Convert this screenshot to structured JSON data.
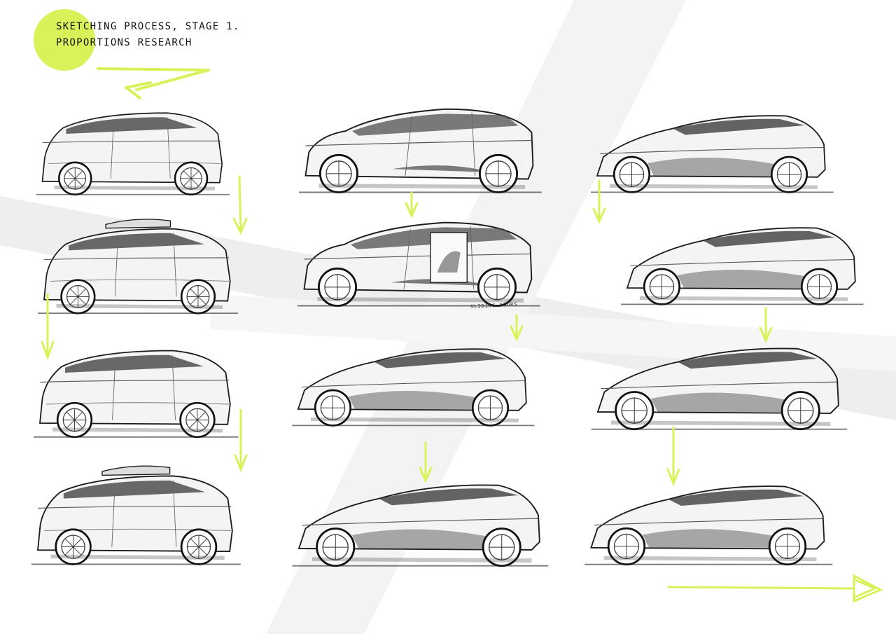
{
  "title": {
    "line1": "SKETCHING PROCESS, STAGE 1.",
    "line2": "PROPORTIONS RESEARCH"
  },
  "annotation": "SLIDING DOORS",
  "accent_color": "#d9f25a",
  "ink_color": "#1c1c1c",
  "sketches": [
    {
      "name": "column-1-sketch-1",
      "type": "suv"
    },
    {
      "name": "column-1-sketch-2",
      "type": "suv-roofbox"
    },
    {
      "name": "column-1-sketch-3",
      "type": "suv"
    },
    {
      "name": "column-1-sketch-4",
      "type": "suv-roofbox"
    },
    {
      "name": "column-2-sketch-1",
      "type": "mpv"
    },
    {
      "name": "column-2-sketch-2",
      "type": "mpv-sliding-doors"
    },
    {
      "name": "column-2-sketch-3",
      "type": "wagon"
    },
    {
      "name": "column-2-sketch-4",
      "type": "wagon"
    },
    {
      "name": "column-3-sketch-1",
      "type": "shooting-brake"
    },
    {
      "name": "column-3-sketch-2",
      "type": "shooting-brake"
    },
    {
      "name": "column-3-sketch-3",
      "type": "shooting-brake"
    },
    {
      "name": "column-3-sketch-4",
      "type": "shooting-brake"
    }
  ]
}
